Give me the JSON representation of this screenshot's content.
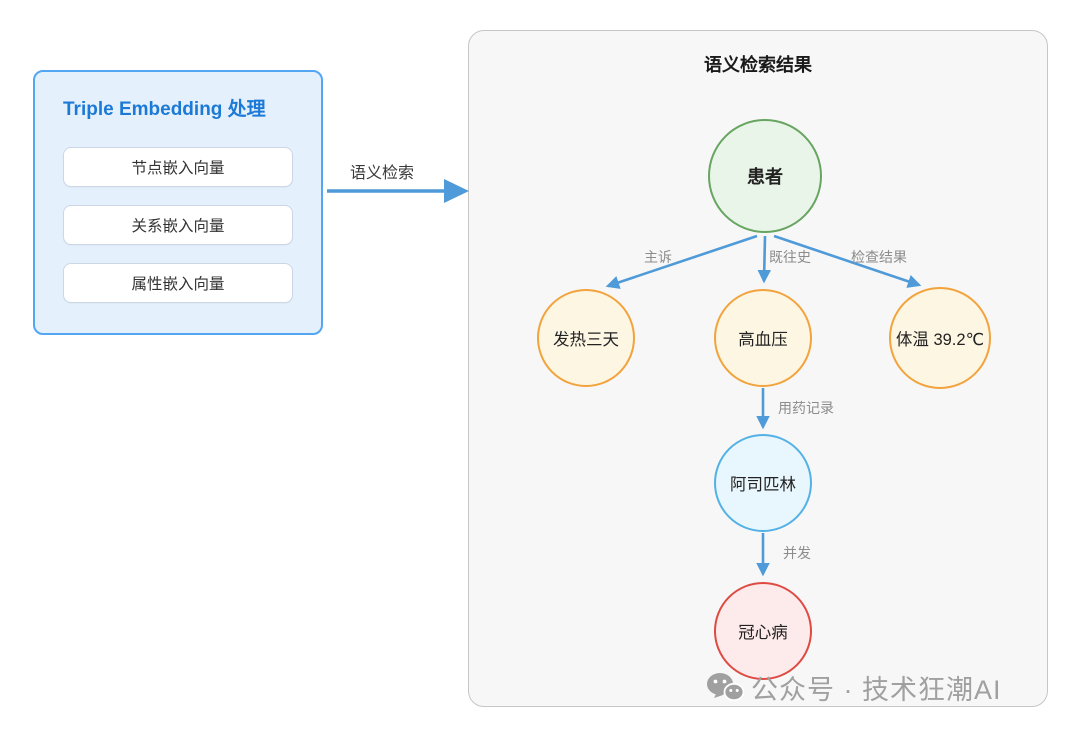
{
  "left_panel": {
    "title": "Triple Embedding 处理",
    "items": [
      {
        "label": "节点嵌入向量"
      },
      {
        "label": "关系嵌入向量"
      },
      {
        "label": "属性嵌入向量"
      }
    ]
  },
  "flow_arrow": {
    "label": "语义检索"
  },
  "result_panel": {
    "title": "语义检索结果",
    "nodes": [
      {
        "id": "patient",
        "label": "患者",
        "fill": "#eaf5e9",
        "border": "#67a561"
      },
      {
        "id": "fever-three-days",
        "label": "发热三天",
        "fill": "#fdf6e3",
        "border": "#f2a33c"
      },
      {
        "id": "hypertension",
        "label": "高血压",
        "fill": "#fdf6e3",
        "border": "#f2a33c"
      },
      {
        "id": "temperature",
        "label": "体温 39.2℃",
        "fill": "#fdf6e3",
        "border": "#f2a33c"
      },
      {
        "id": "aspirin",
        "label": "阿司匹林",
        "fill": "#e8f6fd",
        "border": "#53b1e6"
      },
      {
        "id": "coronary-heart-disease",
        "label": "冠心病",
        "fill": "#fdeaea",
        "border": "#dd4b43"
      }
    ],
    "edge_labels": [
      {
        "label": "主诉"
      },
      {
        "label": "既往史"
      },
      {
        "label": "检查结果"
      },
      {
        "label": "用药记录"
      },
      {
        "label": "并发"
      }
    ]
  },
  "watermark": {
    "text": "公众号 · 技术狂潮AI"
  },
  "colors": {
    "accent_blue": "#4f9ad8",
    "panel_border_blue": "#53a6f3",
    "panel_fill_blue": "#e4f1fd",
    "title_blue": "#1c7ad6",
    "result_panel_fill": "#f7f7f7",
    "result_panel_border": "#c6c6c6",
    "edge_label_gray": "#8c8c8c",
    "watermark_gray": "#a0a0a0"
  }
}
